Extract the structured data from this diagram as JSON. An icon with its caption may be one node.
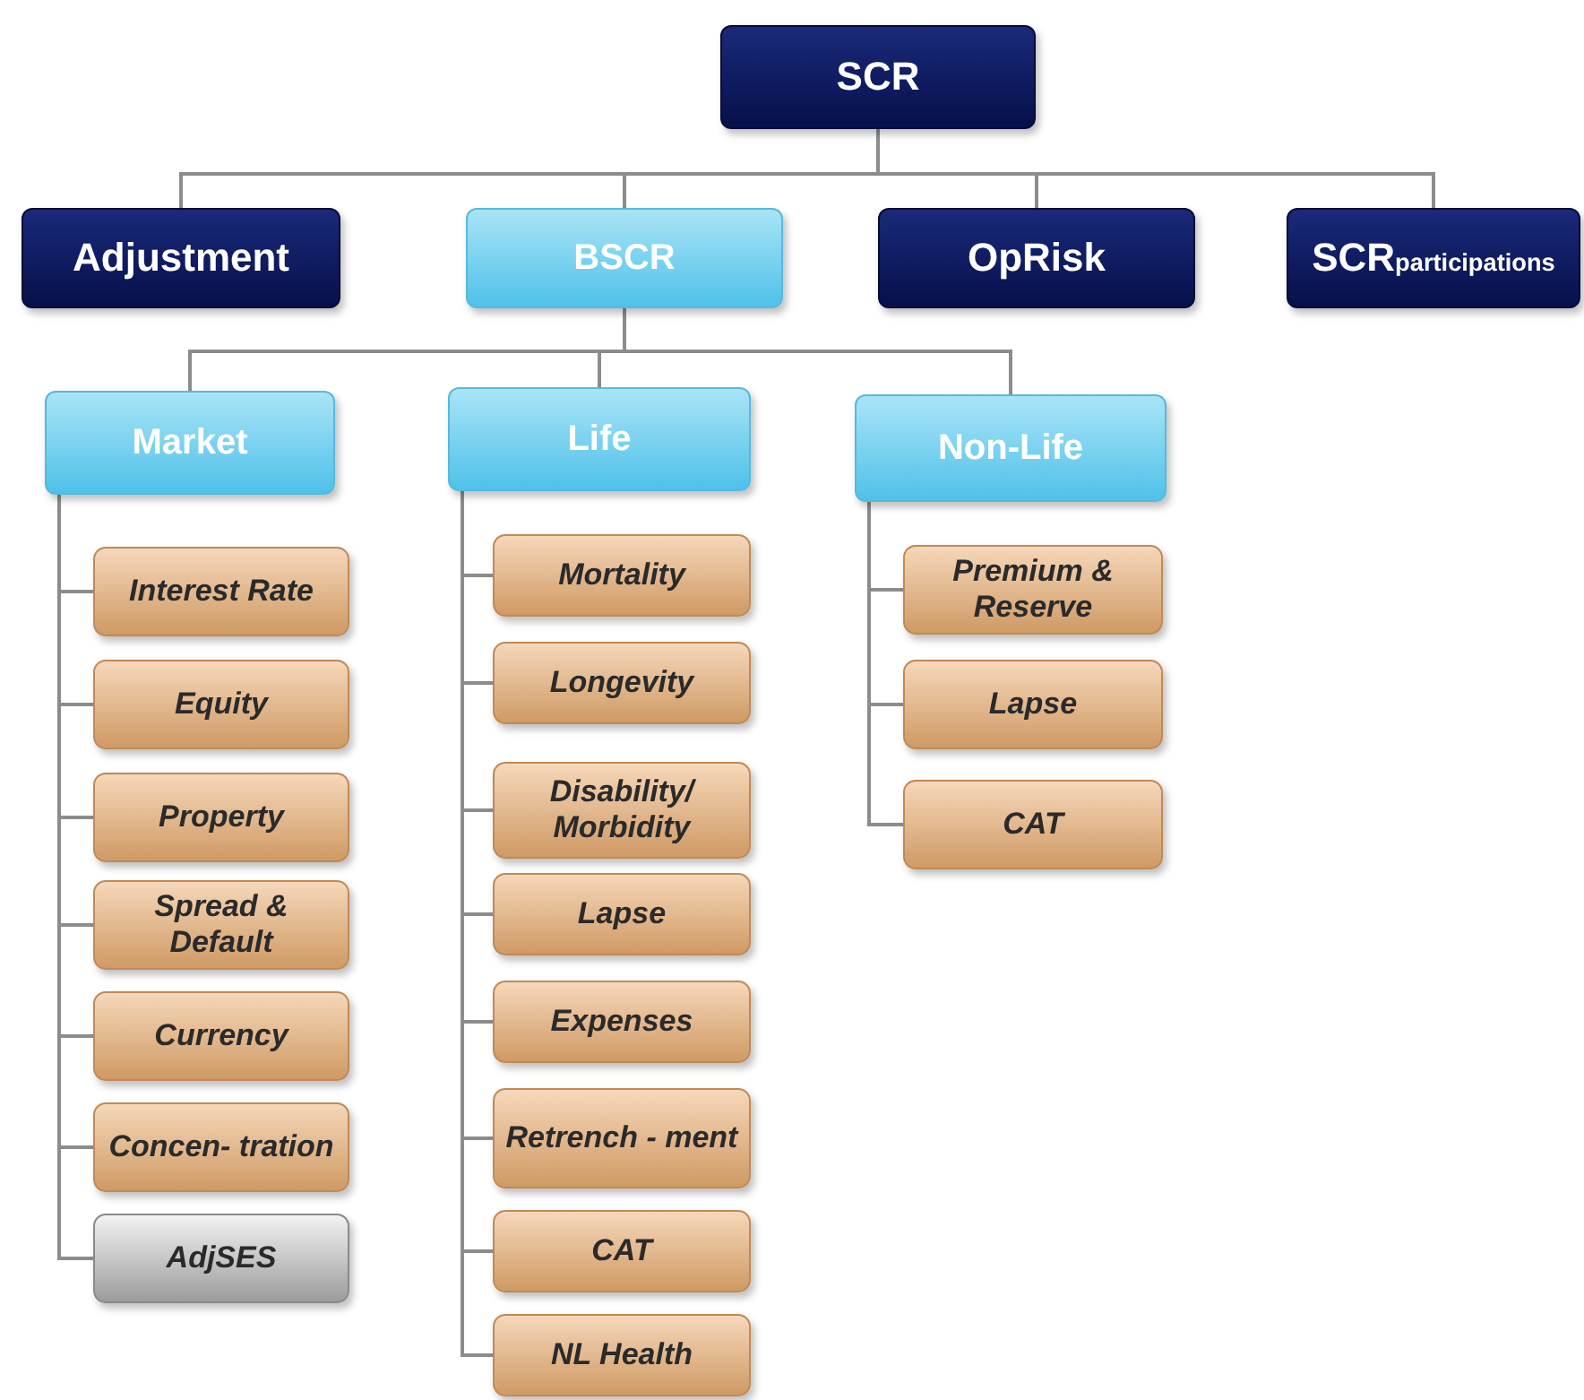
{
  "diagram": {
    "nodes": [
      {
        "text": [
          "SCR"
        ]
      },
      {
        "text": [
          "Adjustment"
        ]
      },
      {
        "text": [
          "BSCR"
        ]
      },
      {
        "text": [
          "OpRisk"
        ]
      },
      {
        "text": [
          "SCR$_{participations}$"
        ]
      },
      {
        "text": [
          "Market"
        ]
      },
      {
        "text": [
          "Life"
        ]
      },
      {
        "text": [
          "Non-Life"
        ]
      },
      {
        "text": [
          "Interest Rate"
        ]
      },
      {
        "text": [
          "Equity"
        ]
      },
      {
        "text": [
          "Property"
        ]
      },
      {
        "text": [
          "Spread & Default"
        ]
      },
      {
        "text": [
          "Currency"
        ]
      },
      {
        "text": [
          "Concen- tration"
        ]
      },
      {
        "text": [
          "AdjSES"
        ]
      },
      {
        "text": [
          "Mortality"
        ]
      },
      {
        "text": [
          "Longevity"
        ]
      },
      {
        "text": [
          "Disability/ Morbidity"
        ]
      },
      {
        "text": [
          "Lapse"
        ]
      },
      {
        "text": [
          "Expenses"
        ]
      },
      {
        "text": [
          "Retrench - ment"
        ]
      },
      {
        "text": [
          "CAT"
        ]
      },
      {
        "text": [
          "NL Health"
        ]
      },
      {
        "text": [
          "Premium & Reserve"
        ]
      },
      {
        "text": [
          "Lapse"
        ]
      },
      {
        "text": [
          "CAT"
        ]
      }
    ],
    "edges": [
      {
        "from": 0,
        "to": 1,
        "arrow": "none"
      },
      {
        "from": 0,
        "to": 2,
        "arrow": "none"
      },
      {
        "from": 0,
        "to": 3,
        "arrow": "none"
      },
      {
        "from": 0,
        "to": 4,
        "arrow": "none"
      },
      {
        "from": 2,
        "to": 5,
        "arrow": "none"
      },
      {
        "from": 2,
        "to": 6,
        "arrow": "none"
      },
      {
        "from": 2,
        "to": 7,
        "arrow": "none"
      },
      {
        "from": 5,
        "to": 8,
        "arrow": "none"
      },
      {
        "from": 5,
        "to": 9,
        "arrow": "none"
      },
      {
        "from": 5,
        "to": 10,
        "arrow": "none"
      },
      {
        "from": 5,
        "to": 11,
        "arrow": "none"
      },
      {
        "from": 5,
        "to": 12,
        "arrow": "none"
      },
      {
        "from": 5,
        "to": 13,
        "arrow": "none"
      },
      {
        "from": 5,
        "to": 14,
        "arrow": "none"
      },
      {
        "from": 6,
        "to": 15,
        "arrow": "none"
      },
      {
        "from": 6,
        "to": 16,
        "arrow": "none"
      },
      {
        "from": 6,
        "to": 17,
        "arrow": "none"
      },
      {
        "from": 6,
        "to": 18,
        "arrow": "none"
      },
      {
        "from": 6,
        "to": 19,
        "arrow": "none"
      },
      {
        "from": 6,
        "to": 20,
        "arrow": "none"
      },
      {
        "from": 6,
        "to": 21,
        "arrow": "none"
      },
      {
        "from": 6,
        "to": 22,
        "arrow": "none"
      },
      {
        "from": 7,
        "to": 23,
        "arrow": "none"
      },
      {
        "from": 7,
        "to": 24,
        "arrow": "none"
      },
      {
        "from": 7,
        "to": 25,
        "arrow": "none"
      }
    ]
  }
}
